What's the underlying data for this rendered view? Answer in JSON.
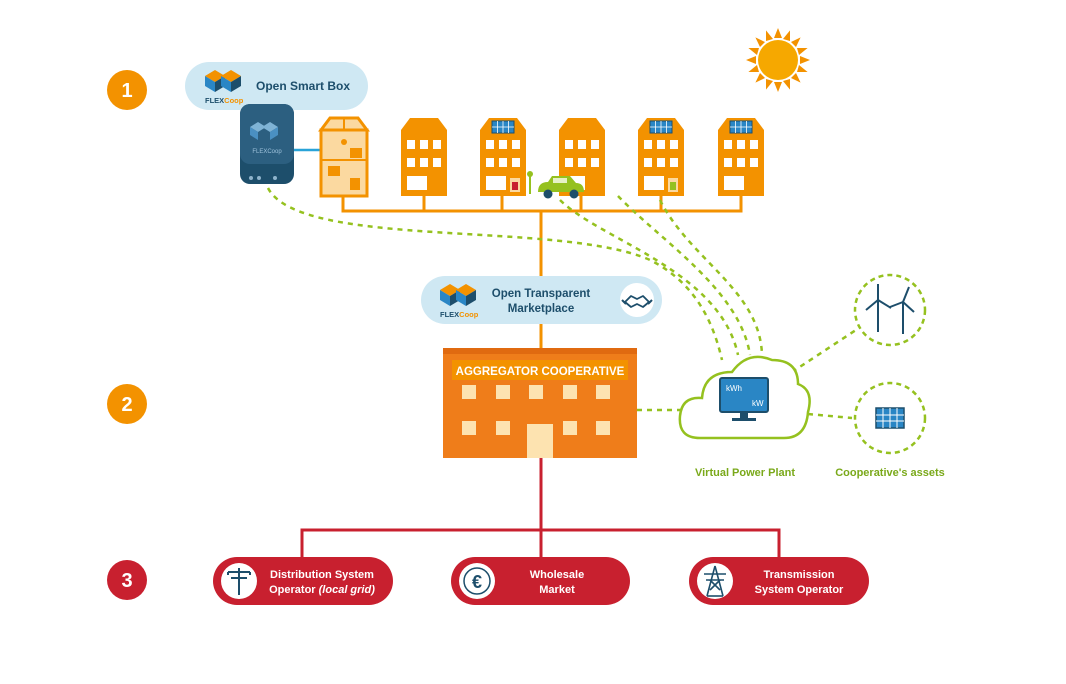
{
  "steps": [
    "1",
    "2",
    "3"
  ],
  "smart_box": {
    "label": "Open Smart Box",
    "brand_flex": "FLEX",
    "brand_coop": "Coop"
  },
  "marketplace": {
    "line1": "Open Transparent",
    "line2": "Marketplace",
    "brand_flex": "FLEX",
    "brand_coop": "Coop"
  },
  "aggregator": {
    "label": "AGGREGATOR COOPERATIVE"
  },
  "vpp": {
    "label": "Virtual Power Plant",
    "screen_kwh": "kWh",
    "screen_kw": "kW"
  },
  "assets": {
    "label": "Cooperative's assets"
  },
  "actors": [
    {
      "line1": "Distribution System",
      "line2_main": "Operator ",
      "line2_italic": "(local grid)",
      "icon": "power-pole-icon"
    },
    {
      "line1": "Wholesale",
      "line2": "Market",
      "icon": "euro-icon",
      "symbol": "€"
    },
    {
      "line1": "Transmission",
      "line2": "System Operator",
      "icon": "transmission-tower-icon"
    }
  ],
  "colors": {
    "orange": "#f39200",
    "light_blue_pill": "#cfe8f3",
    "aggregator_orange": "#ef7d1a",
    "vpp_green": "#95c11f",
    "red": "#c8202f",
    "navy": "#1d4e6b"
  }
}
